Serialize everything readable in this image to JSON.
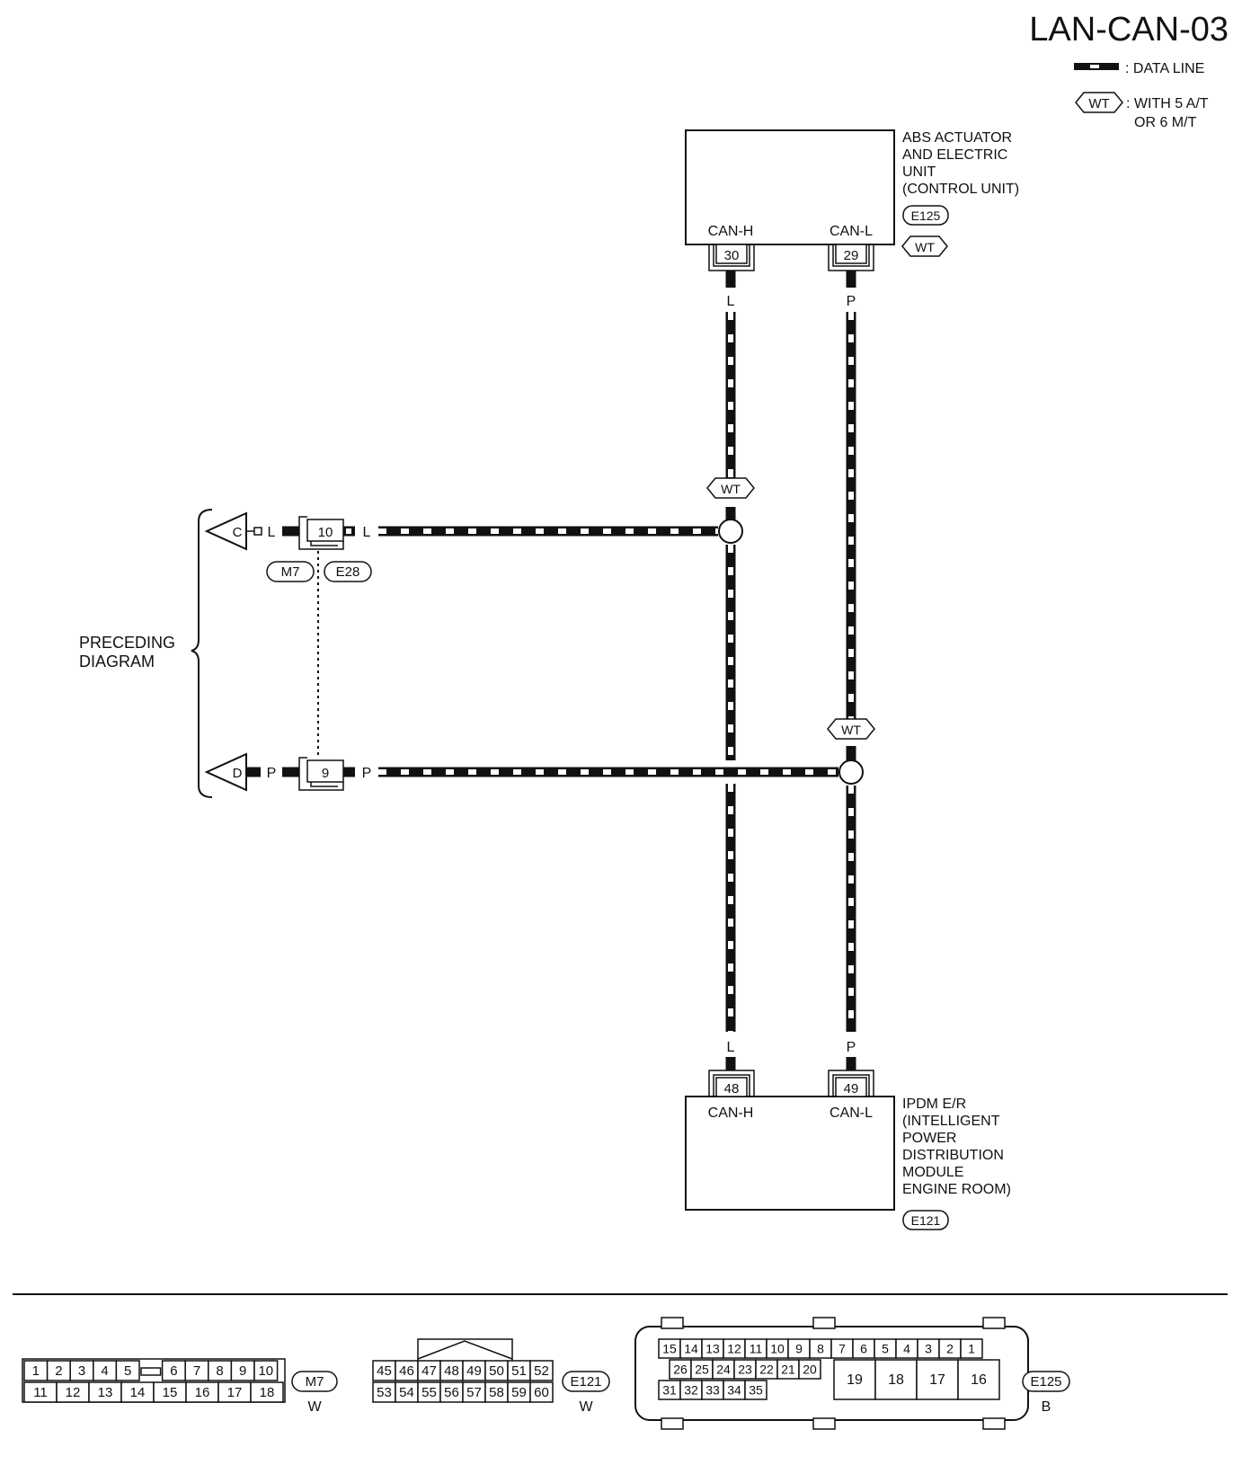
{
  "title": "LAN-CAN-03",
  "legend": {
    "data_line": ": DATA LINE",
    "option_code": "WT",
    "option_text_1": ": WITH 5 A/T",
    "option_text_2": "OR 6 M/T"
  },
  "abs_unit": {
    "name_lines": [
      "ABS ACTUATOR",
      "AND ELECTRIC",
      "UNIT",
      "(CONTROL UNIT)"
    ],
    "connector": "E125",
    "option": "WT",
    "can_h_label": "CAN-H",
    "can_l_label": "CAN-L",
    "can_h_pin": "30",
    "can_l_pin": "29"
  },
  "ipdm_unit": {
    "name_lines": [
      "IPDM E/R",
      "(INTELLIGENT",
      "POWER",
      "DISTRIBUTION",
      "MODULE",
      "ENGINE ROOM)"
    ],
    "connector": "E121",
    "can_h_label": "CAN-H",
    "can_l_label": "CAN-L",
    "can_h_pin": "48",
    "can_l_pin": "49"
  },
  "wires": {
    "can_h_color": "L",
    "can_l_color": "P",
    "junction_option": "WT"
  },
  "preceding": {
    "label_lines": [
      "PRECEDING",
      "DIAGRAM"
    ],
    "arrow_c": "C",
    "arrow_d": "D",
    "pin_c": "10",
    "pin_d": "9",
    "conn_left": "M7",
    "conn_right": "E28"
  },
  "connectors": {
    "m7": {
      "id": "M7",
      "color": "W",
      "top_row": [
        "1",
        "2",
        "3",
        "4",
        "5",
        "",
        "6",
        "7",
        "8",
        "9",
        "10"
      ],
      "bottom_row": [
        "11",
        "12",
        "13",
        "14",
        "15",
        "16",
        "17",
        "18"
      ]
    },
    "e121": {
      "id": "E121",
      "color": "W",
      "top_row": [
        "45",
        "46",
        "47",
        "48",
        "49",
        "50",
        "51",
        "52"
      ],
      "bottom_row": [
        "53",
        "54",
        "55",
        "56",
        "57",
        "58",
        "59",
        "60"
      ]
    },
    "e125": {
      "id": "E125",
      "color": "B",
      "row1": [
        "15",
        "14",
        "13",
        "12",
        "11",
        "10",
        "9",
        "8",
        "7",
        "6",
        "5",
        "4",
        "3",
        "2",
        "1"
      ],
      "row2": [
        "26",
        "25",
        "24",
        "23",
        "22",
        "21",
        "20"
      ],
      "row3": [
        "31",
        "32",
        "33",
        "34",
        "35"
      ],
      "big": [
        "19",
        "18",
        "17",
        "16"
      ]
    }
  }
}
